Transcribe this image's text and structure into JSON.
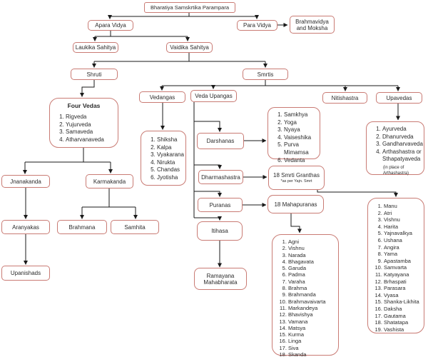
{
  "colors": {
    "border": "#c97b74",
    "line": "#1a1a1a",
    "text": "#2b2b2b"
  },
  "nodes": {
    "root": "Bharatiya Samskrtika Parampara",
    "apara_vidya": "Apara Vidya",
    "para_vidya": "Para Vidya",
    "brahmavidya": "Brahmavidya and Moksha",
    "laukika_sahitya": "Laukika Sahitya",
    "vaidika_sahitya": "Vaidika Sahitya",
    "shruti": "Shruti",
    "smrtis": "Smrtis",
    "vedangas": "Vedangas",
    "veda_upangas": "Veda Upangas",
    "nitishastra": "Nitishastra",
    "upavedas": "Upavedas",
    "darshanas": "Darshanas",
    "dharmashastra": "Dharmashastra",
    "puranas": "Puranas",
    "itihasa": "Itihasa",
    "ramayana_mahabharata": "Ramayana Mahabharata",
    "jnanakanda": "Jnanakanda",
    "karmakanda": "Karmakanda",
    "aranyakas": "Aranyakas",
    "brahmana": "Brahmana",
    "samhita": "Samhita",
    "upanishads": "Upanishads",
    "smrti_granthas": "18 Smrti Granthas",
    "smrti_granthas_note": "*as per Yajn. Smrt",
    "mahapuranas": "18 Mahapuranas"
  },
  "lists": {
    "four_vedas": {
      "title": "Four Vedas",
      "items": [
        "Rigveda",
        "Yujurveda",
        "Samaveda",
        "Atharvanaveda"
      ]
    },
    "vedangas_list": {
      "items": [
        "Shiksha",
        "Kalpa",
        "Vyakarana",
        "Nirukta",
        "Chandas",
        "Jyotisha"
      ]
    },
    "darshanas_list": {
      "items": [
        "Samkhya",
        "Yoga",
        "Nyaya",
        "Vaiseshika",
        "Purva Mimamsa",
        "Vedanta"
      ]
    },
    "upavedas_list": {
      "items": [
        "Ayurveda",
        "Dhanurveda",
        "Gandharvaveda",
        "Arthashastra or Sthapatyaveda"
      ],
      "note": "(in place of Arthashastra)"
    },
    "smrti_granthas_list": {
      "items": [
        "Manu",
        "Atri",
        "Vishnu",
        "Harita",
        "Yajnavalkya",
        "Ushana",
        "Angira",
        "Yama",
        "Apastamba",
        "Samvarta",
        "Katyayana",
        "Brhaspati",
        "Parasara",
        "Vyasa",
        "Shanka-Likhita",
        "Daksha",
        "Gautama",
        "Shatatapa",
        "Vashista"
      ]
    },
    "mahapuranas_list": {
      "items": [
        "Agni",
        "Vishnu",
        "Narada",
        "Bhagavata",
        "Garuda",
        "Padma",
        "Varaha",
        "Brahma",
        "Brahmanda",
        "Brahmavaivarta",
        "Markandeya",
        "Bhavishya",
        "Vamana",
        "Matsya",
        "Kurma",
        "Linga",
        "Siva",
        "Skanda"
      ]
    }
  }
}
